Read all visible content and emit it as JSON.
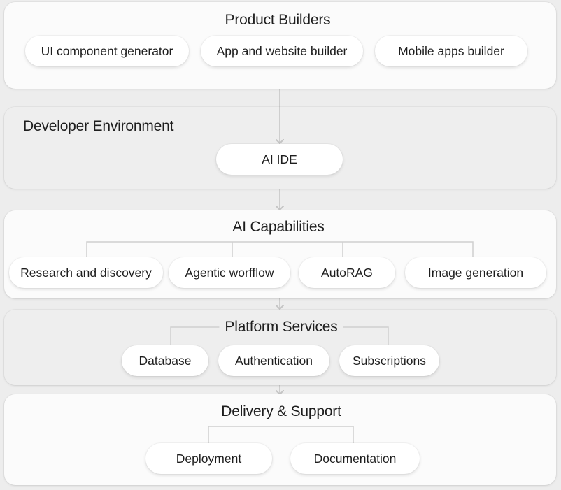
{
  "diagram": {
    "layers": [
      {
        "id": "product-builders",
        "title": "Product Builders",
        "items": [
          "UI component generator",
          "App and website builder",
          "Mobile apps builder"
        ]
      },
      {
        "id": "developer-environment",
        "title": "Developer Environment",
        "items": [
          "AI IDE"
        ]
      },
      {
        "id": "ai-capabilities",
        "title": "AI Capabilities",
        "items": [
          "Research and discovery",
          "Agentic worfflow",
          "AutoRAG",
          "Image generation"
        ]
      },
      {
        "id": "platform-services",
        "title": "Platform Services",
        "items": [
          "Database",
          "Authentication",
          "Subscriptions"
        ]
      },
      {
        "id": "delivery-support",
        "title": "Delivery & Support",
        "items": [
          "Deployment",
          "Documentation"
        ]
      }
    ],
    "colors": {
      "background": "#ededed",
      "light_panel": "#fbfbfb",
      "grey_panel": "#eeeeee",
      "pill": "#ffffff",
      "connector": "#c4c4c4",
      "text": "#1e1e1e"
    }
  }
}
